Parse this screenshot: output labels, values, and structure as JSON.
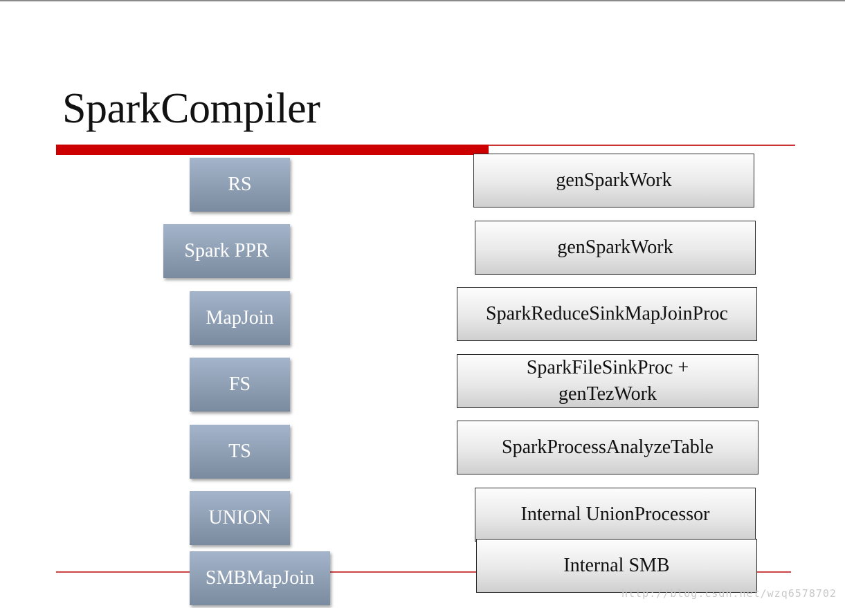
{
  "title": "SparkCompiler",
  "operators": [
    {
      "label": "RS"
    },
    {
      "label": "Spark PPR"
    },
    {
      "label": "MapJoin"
    },
    {
      "label": "FS"
    },
    {
      "label": "TS"
    },
    {
      "label": "UNION"
    },
    {
      "label": "SMBMapJoin"
    }
  ],
  "processors": [
    {
      "line1": "genSparkWork"
    },
    {
      "line1": "genSparkWork"
    },
    {
      "line1": "SparkReduceSinkMapJoinProc"
    },
    {
      "line1": "SparkFileSinkProc +",
      "line2": "genTezWork"
    },
    {
      "line1": "SparkProcessAnalyzeTable"
    },
    {
      "line1": "Internal UnionProcessor"
    },
    {
      "line1": "Internal SMB"
    }
  ],
  "watermark": "http://blog.csdn.net/wzq6578702",
  "colors": {
    "accent": "#cc0000",
    "operator_fill": "#8d9db2",
    "processor_fill": "#e9e9e9"
  }
}
